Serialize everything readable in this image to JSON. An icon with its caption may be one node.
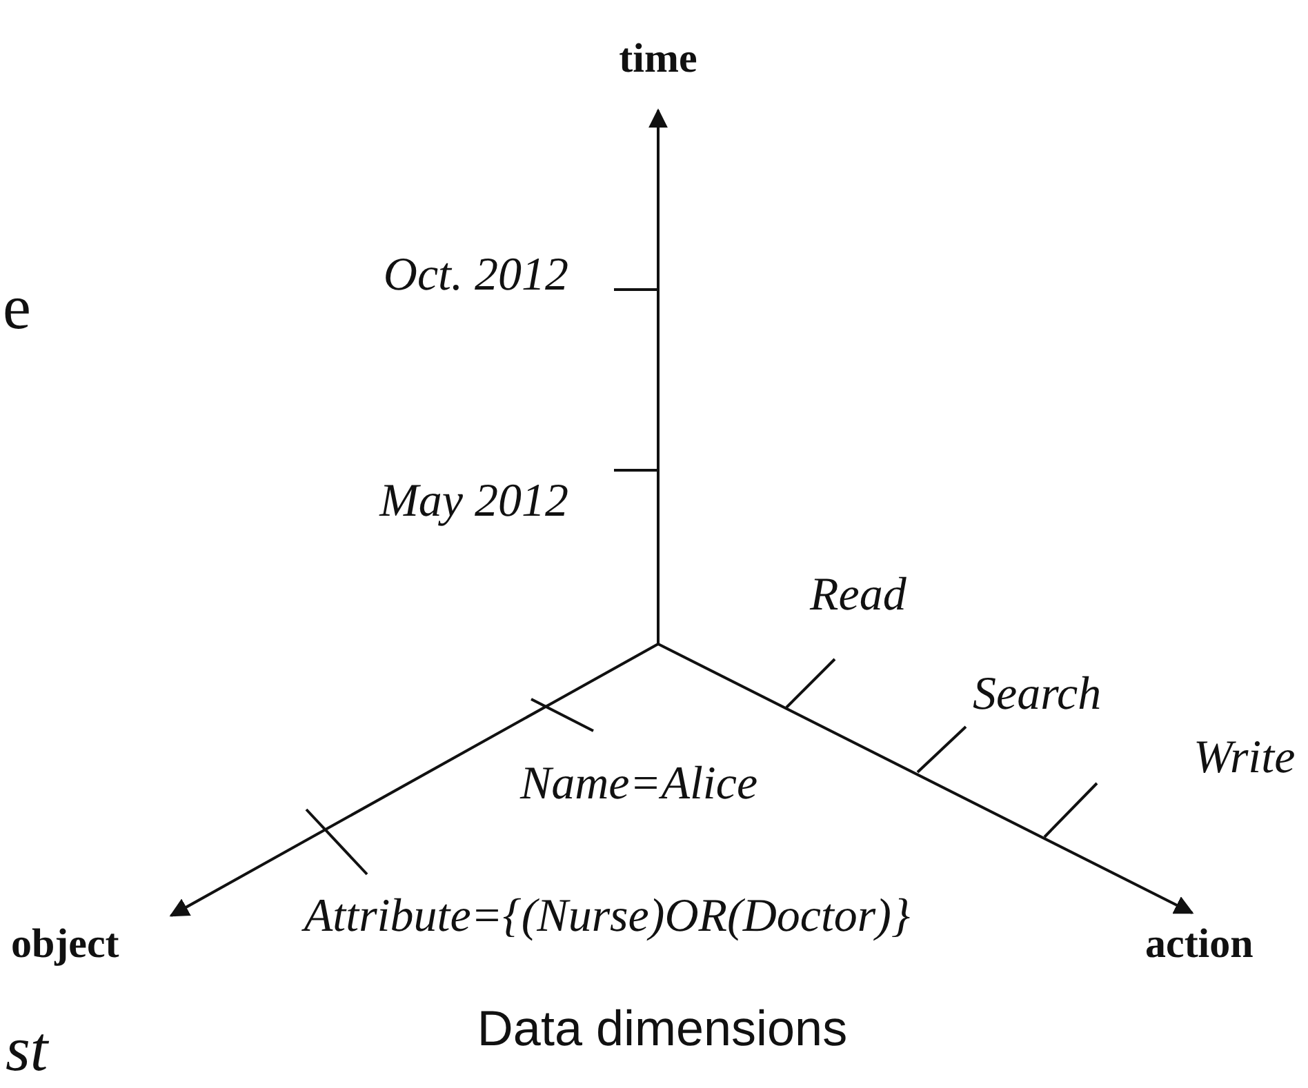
{
  "diagram": {
    "caption": "Data dimensions",
    "labels": [
      "time",
      "e",
      "Oct. 2012",
      "May 2012",
      "Read",
      "Search",
      "Name=Alice",
      "Write",
      "object",
      "Attribute={(Nurse)OR(Doctor)}",
      "action",
      "st"
    ]
  }
}
